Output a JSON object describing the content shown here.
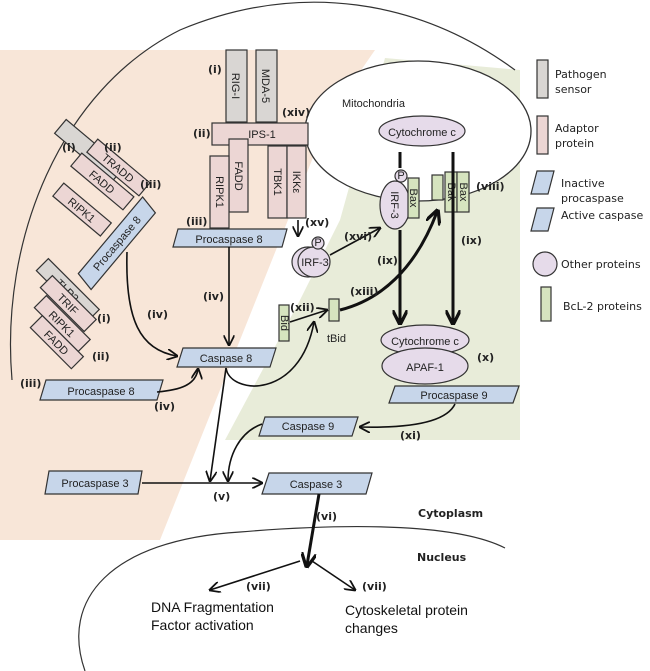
{
  "colors": {
    "pathogen_sensor": "#d9d6d3",
    "adaptor_protein": "#ecd6d4",
    "procaspase": "#c7d6ea",
    "other_protein": "#e6dbea",
    "bcl2_protein": "#d6e4bf",
    "extrinsic_region": "#f8e6d8",
    "intrinsic_region": "#e8ecd9"
  },
  "legend": [
    {
      "shape": "rectangle",
      "color_key": "pathogen_sensor",
      "label_lines": [
        "Pathogen",
        "sensor"
      ]
    },
    {
      "shape": "rectangle",
      "color_key": "adaptor_protein",
      "label_lines": [
        "Adaptor",
        "protein"
      ]
    },
    {
      "shape": "parallelogram",
      "color_key": "procaspase",
      "label_lines": [
        "Inactive",
        "procaspase"
      ]
    },
    {
      "shape": "parallelogram",
      "color_key": "procaspase",
      "label_lines": [
        "Active caspase"
      ]
    },
    {
      "shape": "circle",
      "color_key": "other_protein",
      "label_lines": [
        "Other proteins"
      ]
    },
    {
      "shape": "rectangle",
      "color_key": "bcl2_protein",
      "label_lines": [
        "BcL-2 proteins"
      ]
    }
  ],
  "compartments": {
    "mitochondria": "Mitochondria",
    "cytoplasm": "Cytoplasm",
    "nucleus": "Nucleus"
  },
  "proteins": {
    "rig_i": "RIG-I",
    "mda5": "MDA-5",
    "ips1": "IPS-1",
    "fadd": "FADD",
    "ripk1": "RIPK1",
    "tbk1": "TBK1",
    "ikke": "IKKε",
    "tradd": "TRADD",
    "tlr3": "TLR3",
    "trif": "TRIF",
    "irf3": "IRF-3",
    "p": "P",
    "bax": "Bax",
    "bak": "Bak",
    "bid": "Bid",
    "tbid": "tBid",
    "cytochrome_c": "Cytochrome c",
    "apaf1": "APAF-1",
    "procaspase8": "Procaspase 8",
    "caspase8": "Caspase 8",
    "procaspase9": "Procaspase 9",
    "caspase9": "Caspase 9",
    "procaspase3": "Procaspase 3",
    "caspase3": "Caspase 3"
  },
  "steps": {
    "i": "(i)",
    "ii": "(ii)",
    "iii": "(iii)",
    "iv": "(iv)",
    "v": "(v)",
    "vi": "(vi)",
    "vii": "(vii)",
    "viii": "(viii)",
    "ix": "(ix)",
    "x": "(x)",
    "xi": "(xi)",
    "xii": "(xii)",
    "xiii": "(xiii)",
    "xiv": "(xiv)",
    "xv": "(xv)",
    "xvi": "(xvi)"
  },
  "outcomes": {
    "dna_line1": "DNA Fragmentation",
    "dna_line2": "Factor activation",
    "cyto_line1": "Cytoskeletal protein",
    "cyto_line2": "changes"
  }
}
